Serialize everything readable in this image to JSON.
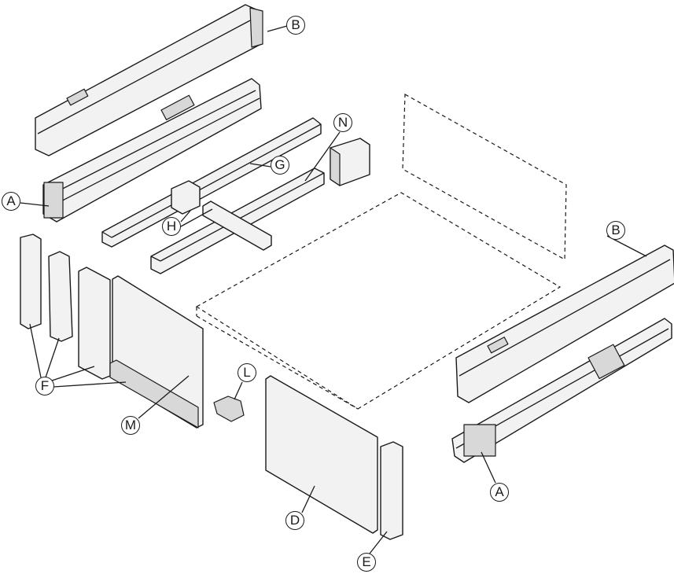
{
  "callouts": {
    "b_top": "B",
    "a_left": "A",
    "n": "N",
    "g": "G",
    "h": "H",
    "b_right": "B",
    "f": "F",
    "l": "L",
    "m": "M",
    "d": "D",
    "a_right": "A",
    "e": "E"
  }
}
